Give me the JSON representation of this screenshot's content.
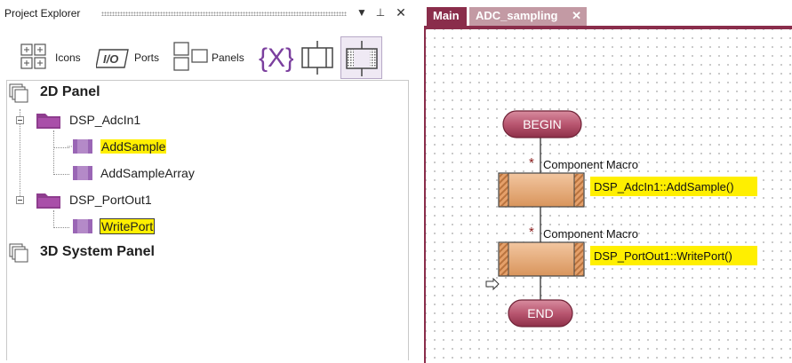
{
  "explorer": {
    "title": "Project Explorer",
    "toolbar": {
      "icons_label": "Icons",
      "ports_label": "Ports",
      "panels_label": "Panels"
    },
    "tree": [
      {
        "label": "2D Panel"
      },
      {
        "label": "DSP_AdcIn1"
      },
      {
        "label": "AddSample"
      },
      {
        "label": "AddSampleArray"
      },
      {
        "label": "DSP_PortOut1"
      },
      {
        "label": "WritePort"
      },
      {
        "label": "3D System Panel"
      }
    ]
  },
  "editor": {
    "tabs": [
      {
        "label": "Main"
      },
      {
        "label": "ADC_sampling"
      }
    ],
    "flowchart": {
      "begin_label": "BEGIN",
      "end_label": "END",
      "macros": [
        {
          "type_label": "Component Macro",
          "call": "DSP_AdcIn1::AddSample()"
        },
        {
          "type_label": "Component Macro",
          "call": "DSP_PortOut1::WritePort()"
        }
      ]
    }
  },
  "colors": {
    "accent": "#8a2d4b",
    "tab_active": "#c39aa4",
    "highlight": "#ffef00",
    "folder": "#8e3d8e",
    "macro_fill": "#e0a878",
    "terminator": "#a8485f"
  }
}
